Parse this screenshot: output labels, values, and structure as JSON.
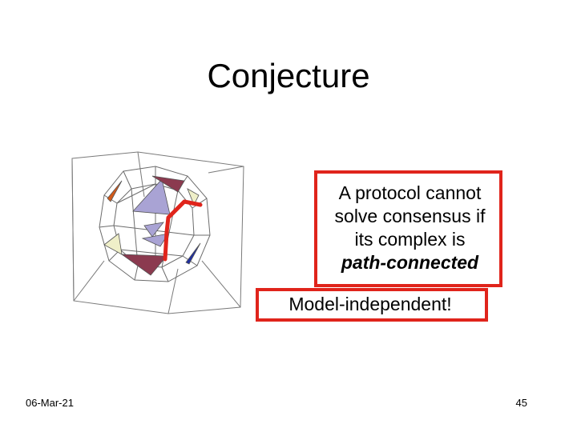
{
  "slide": {
    "title": "Conjecture",
    "claim": {
      "line1": "A protocol cannot",
      "line2": "solve consensus if",
      "line3": "its complex is",
      "line4_emphasis": "path-connected"
    },
    "note": "Model-independent!",
    "date": "06-Mar-21",
    "page_number": "45"
  },
  "colors": {
    "accent_red": "#e0241b",
    "face_lavender": "#a9a3d4",
    "face_maroon": "#8b3a4f",
    "face_cream": "#efefc8",
    "face_blue": "#1f2fa0",
    "face_orange": "#d25a1a"
  }
}
